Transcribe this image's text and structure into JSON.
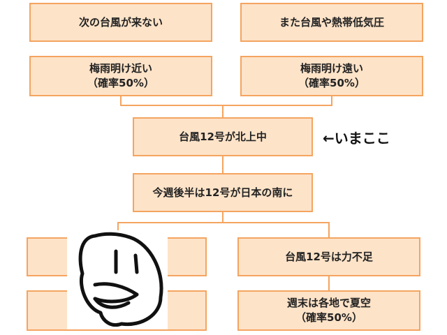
{
  "boxes": {
    "top_left": "次の台風が来ない",
    "top_right": "また台風や熱帯低気圧",
    "second_left": {
      "line1": "梅雨明け近い",
      "line2": "（確率50%）"
    },
    "second_right": {
      "line1": "梅雨明け遠い",
      "line2": "（確率50%）"
    },
    "center": "台風12号が北上中",
    "middle": "今週後半は12号が日本の南に",
    "bottom_right_1": "台風12号は力不足",
    "bottom_right_2": {
      "line1": "週末は各地で夏空",
      "line2": "（確率50%）"
    }
  },
  "annotation": "←いまここ",
  "colors": {
    "box_fill": "#fde3c8",
    "box_border": "#f4a460",
    "connector": "#f4a460"
  },
  "icons": {
    "face": "hand-drawn-smiley-face"
  }
}
